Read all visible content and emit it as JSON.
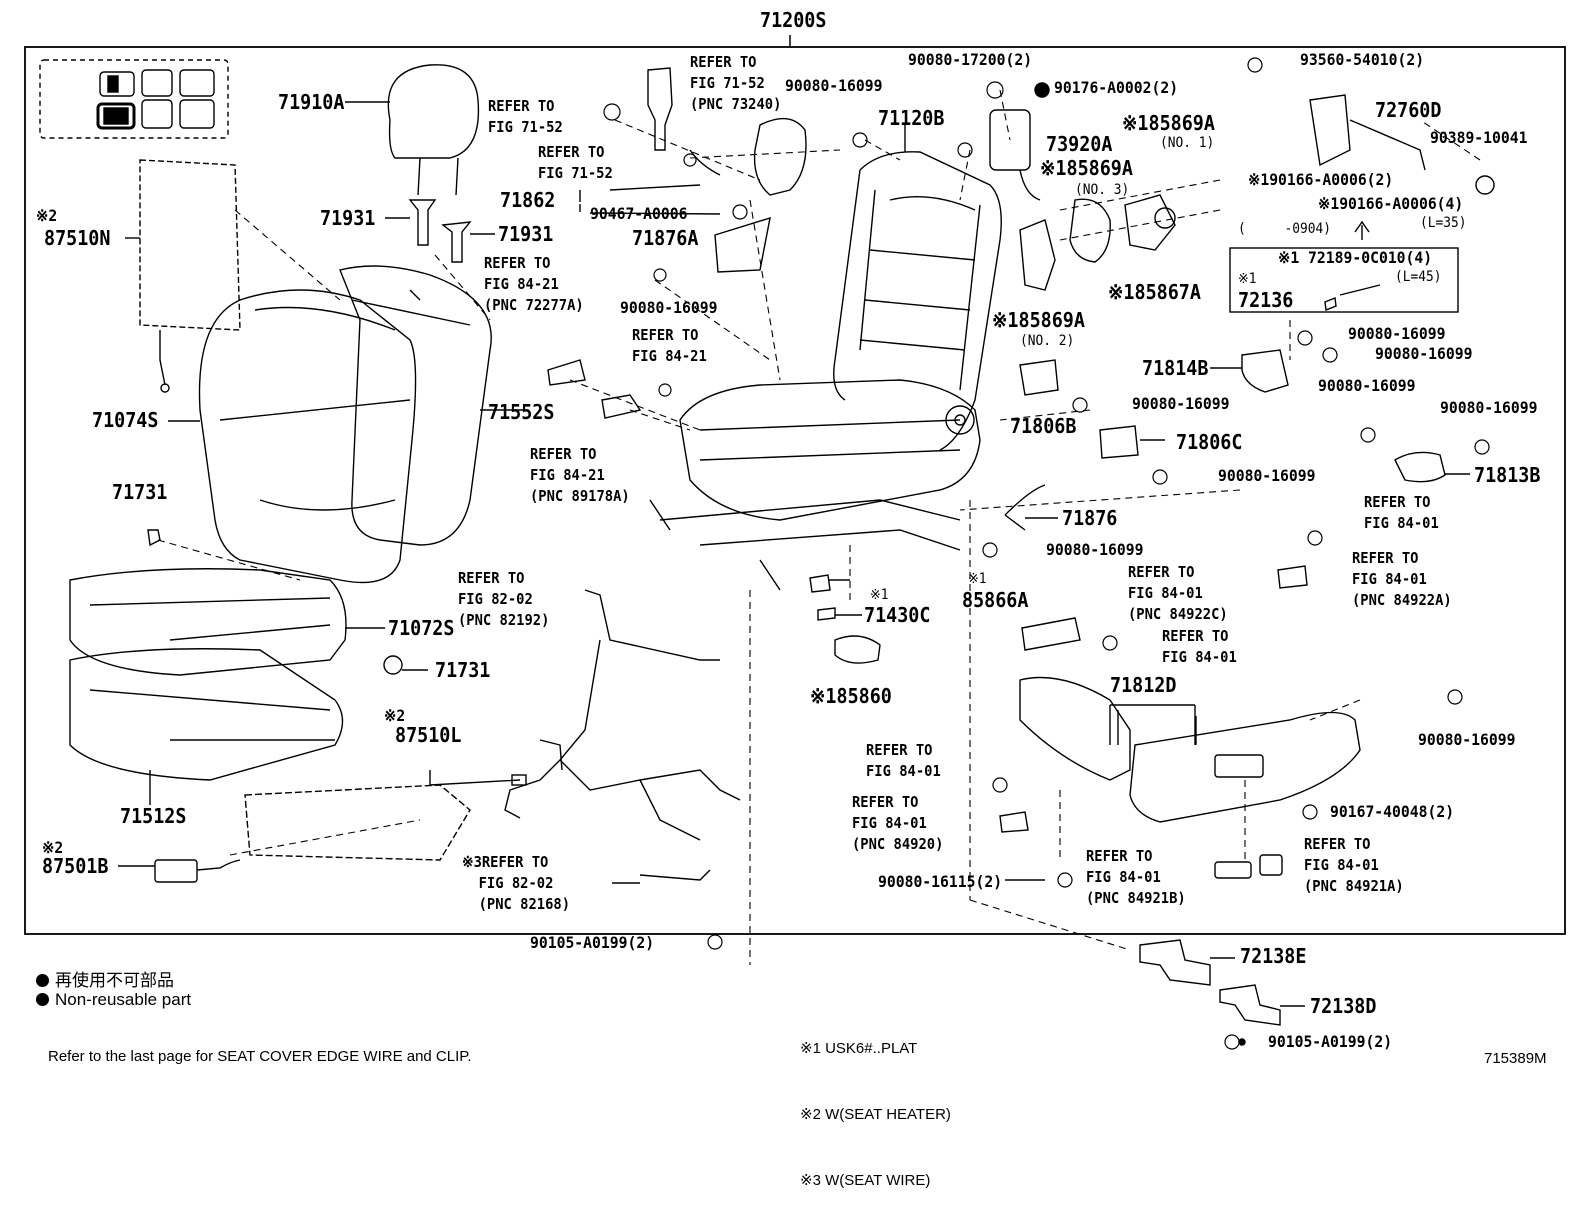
{
  "diagram_code": "715389M",
  "top_label": "71200S",
  "footer_note": "Refer to the last page for SEAT COVER EDGE WIRE and CLIP.",
  "legend": {
    "jp": "再使用不可部品",
    "en": "Non-reusable part"
  },
  "notes": [
    "※1 USK6#..PLAT",
    "※2 W(SEAT HEATER)",
    "※3 W(SEAT WIRE)"
  ],
  "parts": {
    "p71910A": "71910A",
    "p71931a": "71931",
    "p71931b": "71931",
    "p87510N_mark": "※2",
    "p87510N": "87510N",
    "p71074S": "71074S",
    "p71552S": "71552S",
    "p71731a": "71731",
    "p71731b": "71731",
    "p71072S": "71072S",
    "p71512S": "71512S",
    "p87510L_mark": "※2",
    "p87510L": "87510L",
    "p87501B_mark": "※2",
    "p87501B": "87501B",
    "p71862": "71862",
    "p90467": "90467-A0006",
    "p71876A": "71876A",
    "p90080_a": "90080-16099",
    "p90080_b": "90080-16099",
    "p71120B": "71120B",
    "p90080_17200": "90080-17200(2)",
    "p90176": "90176-A0002(2)",
    "p73920A": "73920A",
    "p85869A_1": "※185869A",
    "p85869A_1n": "(NO. 1)",
    "p85869A_3": "※185869A",
    "p85869A_3n": "(NO. 3)",
    "p85867A": "※185867A",
    "p85869A_2": "※185869A",
    "p85869A_2n": "(NO. 2)",
    "p93560": "93560-54010(2)",
    "p72760D": "72760D",
    "p90389": "90389-10041",
    "p90166_a": "※190166-A0006(2)",
    "p90166_b": "※190166-A0006(4)",
    "pL35": "(L=35)",
    "p0904": "(     -0904)",
    "p72189": "※1 72189-0C010(4)",
    "pL45": "(L=45)",
    "p72136_mark": "※1",
    "p72136": "72136",
    "p90080_c": "90080-16099",
    "p90080_d": "90080-16099",
    "p71814B": "71814B",
    "p90080_e": "90080-16099",
    "p90080_f": "90080-16099",
    "p71813B": "71813B",
    "p71806B": "71806B",
    "p90080_g": "90080-16099",
    "p71806C": "71806C",
    "p90080_h": "90080-16099",
    "p71876": "71876",
    "p90080_i": "90080-16099",
    "p71430C_mark": "※1",
    "p71430C": "71430C",
    "p85866A_mark": "※1",
    "p85866A": "85866A",
    "p85860": "※185860",
    "p71812D": "71812D",
    "p90080_j": "90080-16099",
    "p90167": "90167-40048(2)",
    "p90080_16115": "90080-16115(2)",
    "p90105_a": "90105-A0199(2)",
    "p72138E": "72138E",
    "p72138D": "72138D",
    "p90105_b": "90105-A0199(2)"
  },
  "refs": {
    "r7152a": "REFER TO\nFIG 71-52\n(PNC 73240)",
    "r7152b": "REFER TO\nFIG 71-52",
    "r7152c": "REFER TO\nFIG 71-52",
    "r8421a": "REFER TO\nFIG 84-21\n(PNC 72277A)",
    "r8421b": "REFER TO\nFIG 84-21",
    "r8421c": "REFER TO\nFIG 84-21\n(PNC 89178A)",
    "r8202a": "REFER TO\nFIG 82-02\n(PNC 82192)",
    "r8202b": "※3REFER TO\n  FIG 82-02\n  (PNC 82168)",
    "r8401a": "REFER TO\nFIG 84-01",
    "r8401b": "REFER TO\nFIG 84-01\n(PNC 84922A)",
    "r8401c": "REFER TO\nFIG 84-01\n(PNC 84922C)",
    "r8401d": "REFER TO\nFIG 84-01",
    "r8401e": "REFER TO\nFIG 84-01",
    "r8401f": "REFER TO\nFIG 84-01\n(PNC 84920)",
    "r8401g": "REFER TO\nFIG 84-01\n(PNC 84921B)",
    "r8401h": "REFER TO\nFIG 84-01\n(PNC 84921A)"
  }
}
